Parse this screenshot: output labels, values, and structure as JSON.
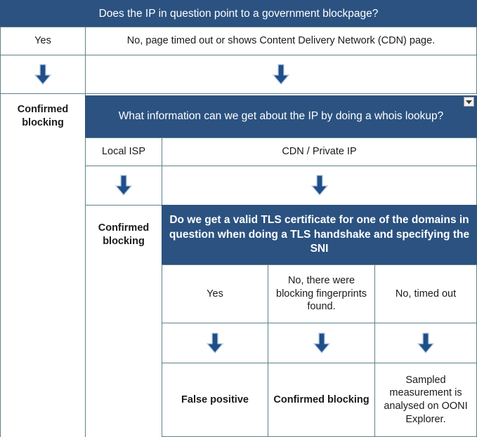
{
  "flowchart": {
    "title": "Does the IP in question point to a government blockpage?",
    "colors": {
      "header_blue": "#2b5280",
      "arrow_blue": "#1f4e89",
      "border": "#5d8287",
      "text": "#1a1a1a",
      "header_text": "#ffffff"
    },
    "levels": [
      {
        "id": "level-1",
        "question": "Does the IP in question point to a government blockpage?",
        "answers": [
          {
            "id": "l1-yes",
            "label": "Yes"
          },
          {
            "id": "l1-no",
            "label": "No, page timed out or shows Content Delivery Network (CDN) page."
          }
        ],
        "arrows": [
          {
            "id": "l1-arrow-yes",
            "icon": "down-arrow-icon"
          },
          {
            "id": "l1-arrow-no",
            "icon": "down-arrow-icon"
          }
        ],
        "outcomes": [
          {
            "id": "l1-outcome-yes",
            "label": "Confirmed blocking",
            "bold": true
          }
        ]
      },
      {
        "id": "level-2",
        "question": "What information can we get about the IP by doing a whois lookup?",
        "has_dropdown": true,
        "dropdown_icon": "chevron-down-icon",
        "answers": [
          {
            "id": "l2-local-isp",
            "label": "Local ISP"
          },
          {
            "id": "l2-cdn",
            "label": "CDN / Private IP"
          }
        ],
        "arrows": [
          {
            "id": "l2-arrow-local-isp",
            "icon": "down-arrow-icon"
          },
          {
            "id": "l2-arrow-cdn",
            "icon": "down-arrow-icon"
          }
        ],
        "outcomes": [
          {
            "id": "l2-outcome-local-isp",
            "label": "Confirmed blocking",
            "bold": true
          }
        ]
      },
      {
        "id": "level-3",
        "question": "Do we get a valid TLS certificate for one of the domains in question when doing a TLS handshake and specifying the SNI",
        "answers": [
          {
            "id": "l3-yes",
            "label": "Yes"
          },
          {
            "id": "l3-no-fingerprints",
            "label": "No, there were blocking fingerprints found."
          },
          {
            "id": "l3-no-timeout",
            "label": "No, timed out"
          }
        ],
        "arrows": [
          {
            "id": "l3-arrow-yes",
            "icon": "down-arrow-icon"
          },
          {
            "id": "l3-arrow-fingerprints",
            "icon": "down-arrow-icon"
          },
          {
            "id": "l3-arrow-timeout",
            "icon": "down-arrow-icon"
          }
        ],
        "outcomes": [
          {
            "id": "l3-outcome-yes",
            "label": "False positive",
            "bold": true
          },
          {
            "id": "l3-outcome-fingerprints",
            "label": "Confirmed blocking",
            "bold": true
          },
          {
            "id": "l3-outcome-timeout",
            "label": "Sampled measurement is analysed on OONI Explorer.",
            "bold": false
          }
        ]
      }
    ]
  }
}
